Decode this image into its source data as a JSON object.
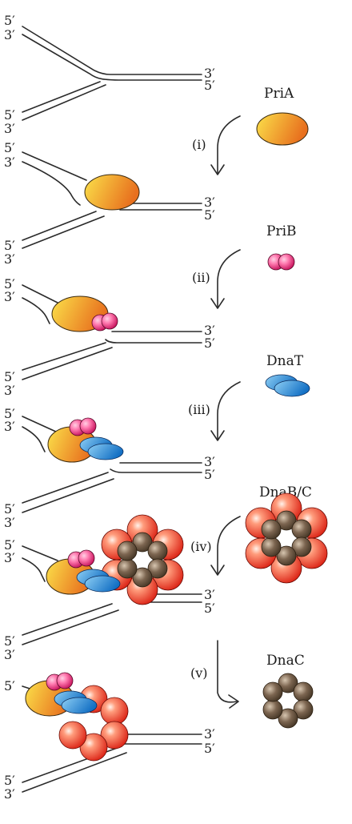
{
  "strand_labels": {
    "five": "5′",
    "three": "3′"
  },
  "steps": [
    {
      "label": "(i)",
      "protein": "PriA"
    },
    {
      "label": "(ii)",
      "protein": "PriB"
    },
    {
      "label": "(iii)",
      "protein": "DnaT"
    },
    {
      "label": "(iv)",
      "protein": "DnaB/C"
    },
    {
      "label": "(v)",
      "protein": "DnaC"
    }
  ],
  "colors": {
    "priA_light": "#fbe14a",
    "priA_dark": "#e8701e",
    "priB_light": "#ff9fc4",
    "priB_dark": "#d0145e",
    "dnaT_light": "#9fd6f7",
    "dnaT_dark": "#1776c9",
    "dnaB_light": "#ffd0b8",
    "dnaB_dark": "#e21a0c",
    "dnaC_light": "#c9b49a",
    "dnaC_dark": "#4a3a28",
    "strand": "#2a2a2a"
  }
}
